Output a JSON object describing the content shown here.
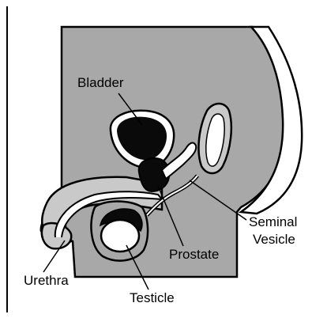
{
  "labels": {
    "bladder": "Bladder",
    "seminal_vesicle_line1": "Seminal",
    "seminal_vesicle_line2": "Vesicle",
    "prostate": "Prostate",
    "urethra": "Urethra",
    "testicle": "Testicle"
  },
  "colors": {
    "body_fill": "#a8a8a8",
    "organ_fill": "#c9c9c9",
    "dark_fill": "#0a0a0a",
    "outline": "#000000",
    "background": "#ffffff"
  }
}
